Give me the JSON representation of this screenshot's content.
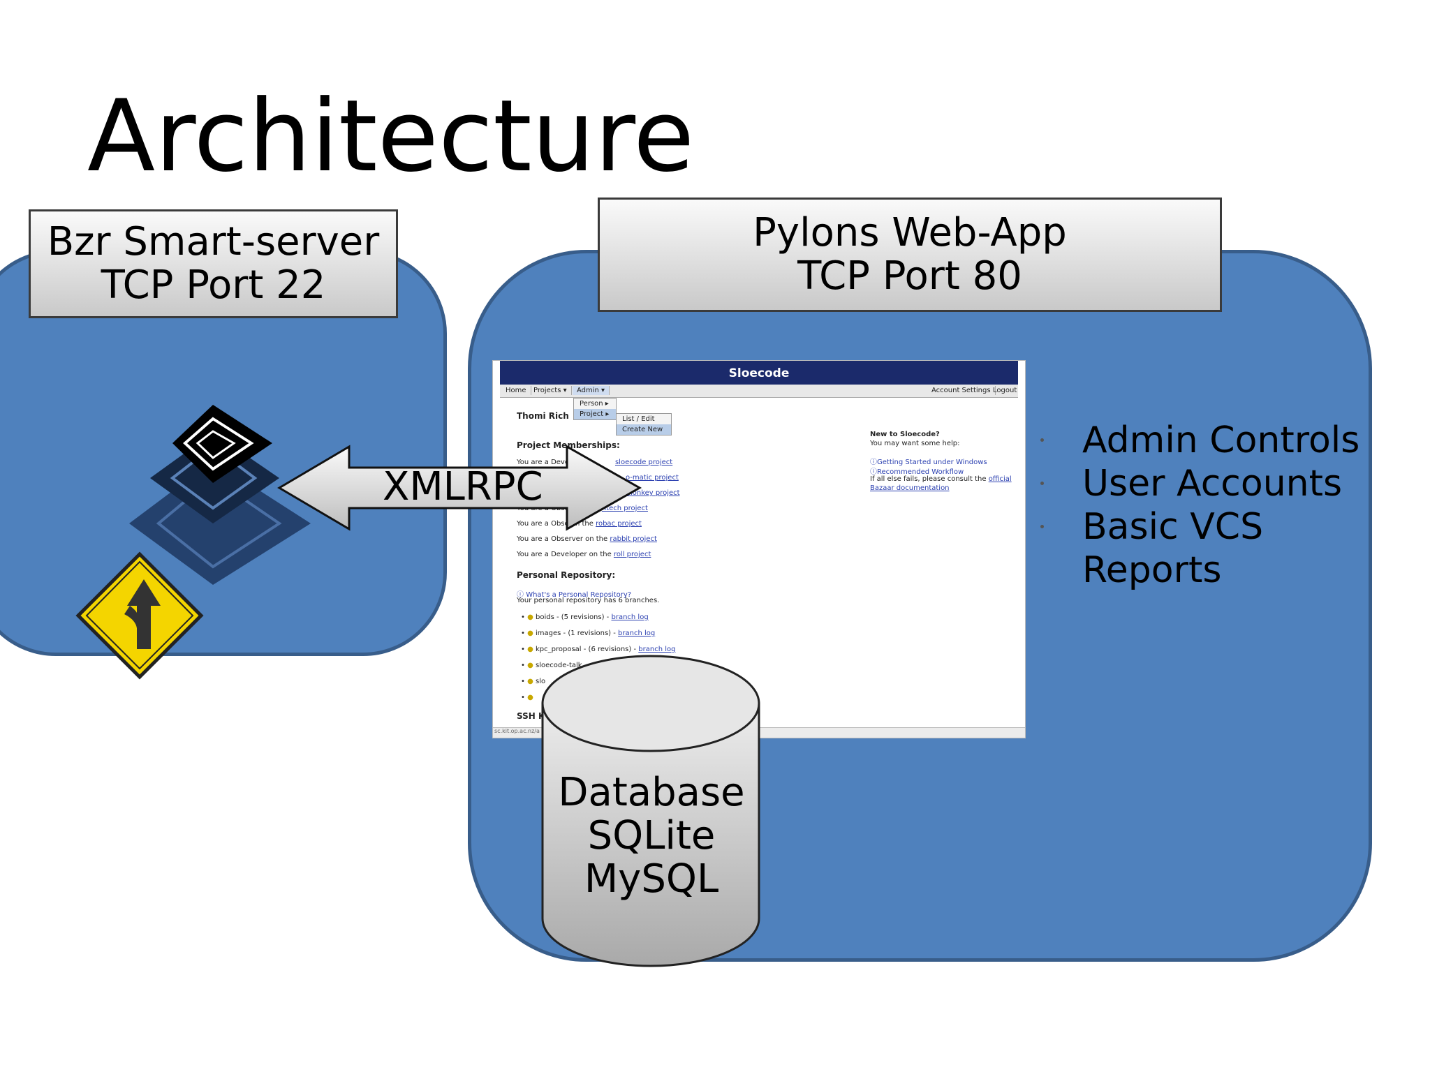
{
  "slide": {
    "title": "Architecture"
  },
  "bzr": {
    "line1": "Bzr Smart-server",
    "line2": "TCP Port 22"
  },
  "pylons": {
    "line1": "Pylons Web-App",
    "line2": "TCP Port 80"
  },
  "connector": {
    "label": "XMLRPC"
  },
  "database": {
    "line1": "Database",
    "line2": "SQLite",
    "line3": "MySQL"
  },
  "features": [
    "Admin Controls",
    "User Accounts",
    "Basic VCS Reports"
  ],
  "webapp": {
    "header": "Sloecode",
    "nav": [
      "Home",
      "Projects ▾",
      "Admin ▾"
    ],
    "nav_right": [
      "Account Settings",
      "Logout"
    ],
    "admin_menu": [
      "Person ▸",
      "Project ▸"
    ],
    "project_menu": [
      "List / Edit",
      "Create New"
    ],
    "user_name": "Thomi Rich",
    "memberships_heading": "Project Memberships:",
    "memberships": [
      {
        "prefix": "You are a Devel",
        "link": "sloecode project"
      },
      {
        "prefix": "",
        "link": "o-matic project"
      },
      {
        "prefix": "",
        "link": "monkey project"
      },
      {
        "prefix": "You are a Obse",
        "link": "ntech project"
      },
      {
        "prefix": "You are a Obse",
        "mid": "on the",
        "link": "robac project"
      },
      {
        "prefix": "You are a Observer on the",
        "link": "rabbit project"
      },
      {
        "prefix": "You are a Developer on the",
        "link": "roll project"
      }
    ],
    "repo_heading": "Personal Repository:",
    "repo_help": "What's a Personal Repository?",
    "repo_count": "Your personal repository has 6 branches.",
    "branches": [
      {
        "name": "boids - (5 revisions) -",
        "link": "branch log"
      },
      {
        "name": "images - (1 revisions) -",
        "link": "branch log"
      },
      {
        "name": "kpc_proposal - (6 revisions) -",
        "link": "branch log"
      },
      {
        "name": "sloecode-talk",
        "link": ""
      },
      {
        "name": "slo",
        "link": ""
      },
      {
        "name": "",
        "link": ""
      }
    ],
    "ssh_heading": "SSH K",
    "new_heading": "New to Sloecode?",
    "new_sub": "You may want some help:",
    "help_links": [
      "Getting Started under Windows",
      "Recommended Workflow"
    ],
    "fallback_text": "If all else fails, please consult the",
    "fallback_link1": "official",
    "fallback_link2": "Bazaar documentation",
    "status_url": "sc.kit.op.ac.nz/a"
  },
  "colors": {
    "blob_fill": "#4f81bd",
    "blob_border": "#385d8a",
    "header_navy": "#1b2a6b",
    "sign_yellow": "#f4d500"
  },
  "icons": [
    "bazaar-logo-icon",
    "merge-sign-icon"
  ]
}
